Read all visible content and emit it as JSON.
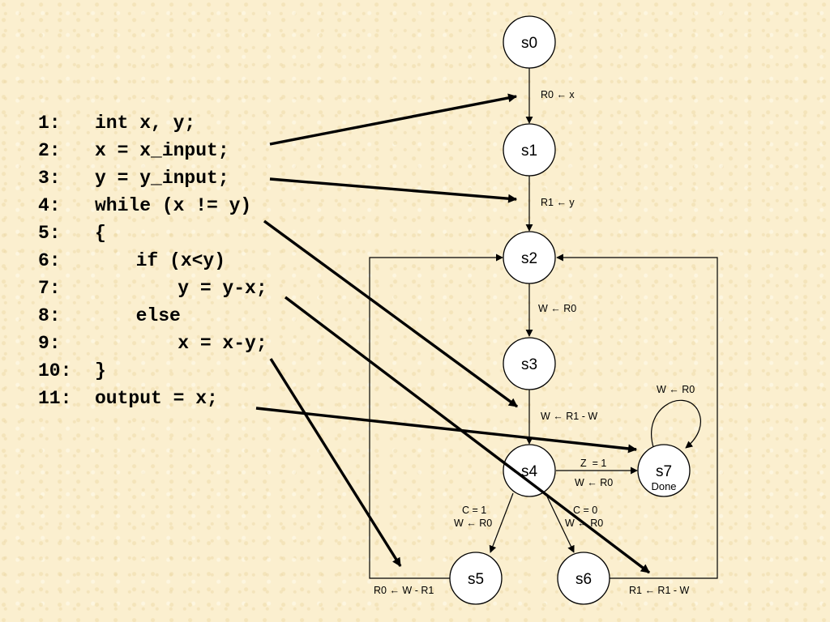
{
  "code_lines": [
    {
      "num": "1:",
      "text": "int x, y;"
    },
    {
      "num": "2:",
      "text": "x = x_input;"
    },
    {
      "num": "3:",
      "text": "y = y_input;"
    },
    {
      "num": "4:",
      "text": "while (x != y)"
    },
    {
      "num": "5:",
      "text": "{"
    },
    {
      "num": "6:",
      "text": "  if (x<y)"
    },
    {
      "num": "7:",
      "text": "    y = y-x;"
    },
    {
      "num": "8:",
      "text": "  else"
    },
    {
      "num": "9:",
      "text": "    x = x-y;"
    },
    {
      "num": "10:",
      "text": "}"
    },
    {
      "num": "11:",
      "text": "output = x;"
    }
  ],
  "states": {
    "s0": {
      "label": "s0"
    },
    "s1": {
      "label": "s1"
    },
    "s2": {
      "label": "s2"
    },
    "s3": {
      "label": "s3"
    },
    "s4": {
      "label": "s4"
    },
    "s5": {
      "label": "s5"
    },
    "s6": {
      "label": "s6"
    },
    "s7": {
      "label": "s7",
      "sub": "Done"
    }
  },
  "edge_labels": {
    "s0_s1": "R0 ← x",
    "s1_s2": "R1 ← y",
    "s2_s3": "W ← R0",
    "s3_s4": "W ← R1 - W",
    "s4_s7_cond": "Z  = 1",
    "s4_s7_action": "W ← R0",
    "s7_self": "W ← R0",
    "s4_s5_cond": "C = 1",
    "s4_s5_action": "W ← R0",
    "s4_s6_cond": "C = 0",
    "s4_s6_action": "W ← R0",
    "s5_s2": "R0 ← W - R1",
    "s6_s2": "R1 ← R1 - W"
  }
}
